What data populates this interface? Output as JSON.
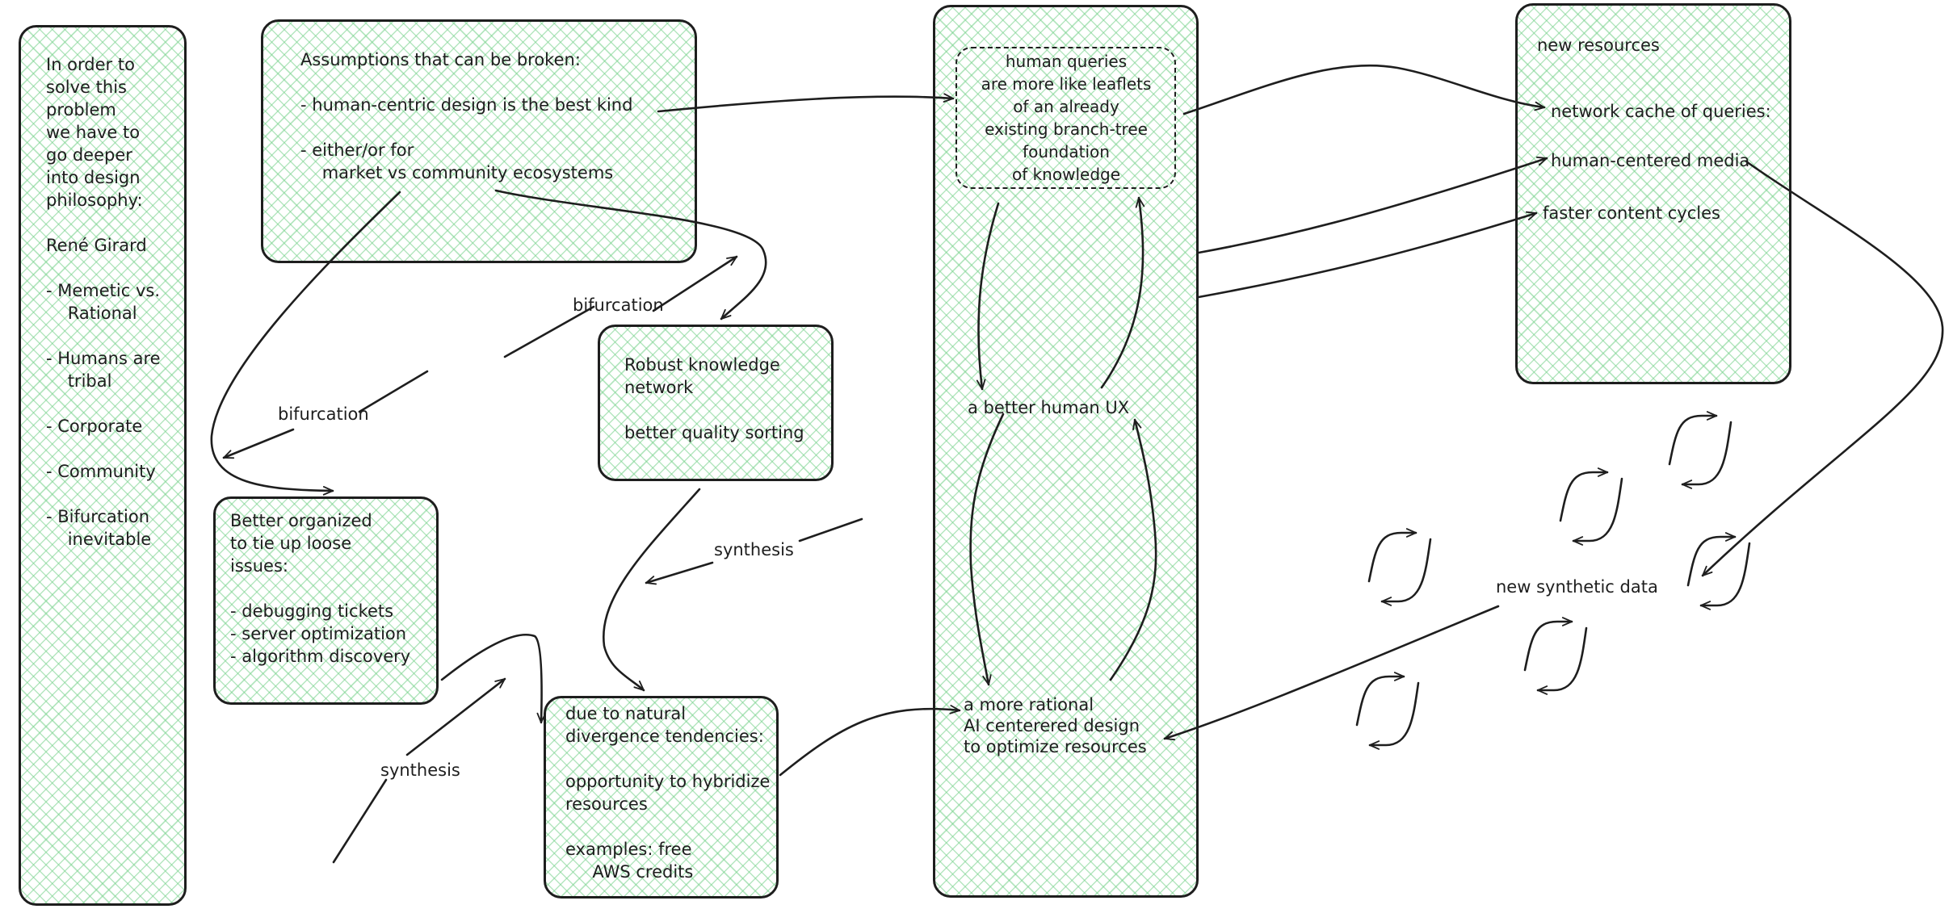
{
  "diagram": {
    "boxes": {
      "philosophy": {
        "text": "In order to\nsolve this\nproblem\nwe have to\ngo deeper\ninto design\nphilosophy:\n\nRené Girard\n\n- Memetic vs.\n    Rational\n\n- Humans are\n    tribal\n\n- Corporate\n\n- Community\n\n- Bifurcation\n    inevitable"
      },
      "assumptions": {
        "text": "Assumptions that can be broken:\n\n- human-centric design is the best kind\n\n- either/or for\n    market vs community ecosystems"
      },
      "robust_network": {
        "text": "Robust knowledge\nnetwork\n\nbetter quality sorting"
      },
      "better_organized": {
        "text": "Better organized\nto tie up loose\nissues:\n\n- debugging tickets\n- server optimization\n- algorithm discovery"
      },
      "divergence": {
        "text": "due to natural\ndivergence tendencies:\n\nopportunity to hybridize\nresources\n\nexamples: free\n     AWS credits"
      },
      "human_queries": {
        "text": "human queries\nare more like leaflets\nof an already\nexisting branch-tree\nfoundation\nof knowledge"
      },
      "new_resources": {
        "title": "new resources",
        "items": [
          "network cache of queries:",
          "human-centered media",
          "faster content cycles"
        ]
      }
    },
    "labels": {
      "better_ux": "a better human UX",
      "rational_ai": "a more rational\nAI centerered design\nto optimize resources",
      "synthetic_data": "new synthetic data",
      "bifurcation_1": "bifurcation",
      "bifurcation_2": "bifurcation",
      "synthesis_1": "synthesis",
      "synthesis_2": "synthesis"
    },
    "colors": {
      "stroke": "#1e1e1e",
      "hatch": "#78d28c",
      "background": "#ffffff"
    }
  }
}
